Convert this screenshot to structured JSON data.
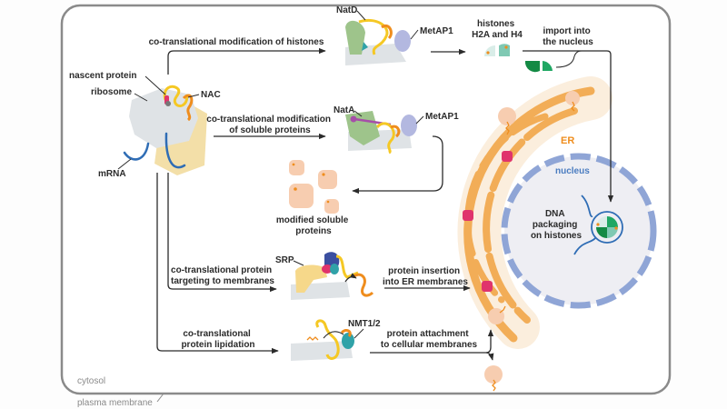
{
  "diagram": {
    "title": "Co-translational protein processing pathways",
    "compartments": {
      "cytosol": "cytosol",
      "plasma_membrane": "plasma membrane",
      "er": "ER",
      "nucleus": "nucleus"
    },
    "ribosome_labels": {
      "nascent_protein": "nascent protein",
      "ribosome": "ribosome",
      "nac": "NAC",
      "mrna": "mRNA"
    },
    "pathways": [
      {
        "id": "histones",
        "label_lines": [
          "co-translational modification of histones"
        ],
        "enzymes": [
          "NatD",
          "MetAP1"
        ]
      },
      {
        "id": "soluble",
        "label_lines": [
          "co-translational modification",
          "of soluble proteins"
        ],
        "enzymes": [
          "NatA",
          "MetAP1"
        ]
      },
      {
        "id": "targeting",
        "label_lines": [
          "co-translational protein",
          "targeting to membranes"
        ],
        "enzymes": [
          "SRP"
        ]
      },
      {
        "id": "lipidation",
        "label_lines": [
          "co-translational",
          "protein lipidation"
        ],
        "enzymes": [
          "NMT1/2"
        ]
      }
    ],
    "outcomes": {
      "histones": [
        "histones",
        "H2A and H4"
      ],
      "import": [
        "import into",
        "the nucleus"
      ],
      "soluble": [
        "modified soluble",
        "proteins"
      ],
      "insertion": [
        "protein insertion",
        "into ER membranes"
      ],
      "attachment": [
        "protein attachment",
        "to cellular membranes"
      ],
      "dna": [
        "DNA",
        "packaging",
        "on histones"
      ]
    },
    "colors": {
      "ribosome_small": "#dfe3e6",
      "ribosome_large": "#f3dfa8",
      "mrna": "#2f6db5",
      "er": "#f2ad57",
      "er_halo": "#fbeedd",
      "nucleus_fill": "#eeeef3",
      "nucleus_envelope": "#8fa5d6",
      "soluble_protein": "#f7cdb0",
      "histone_dark": "#138a44",
      "histone_mid": "#1fa763",
      "histone_light": "#7fc9b3",
      "translocon": "#e0346c",
      "border": "#8a8a8a"
    }
  }
}
